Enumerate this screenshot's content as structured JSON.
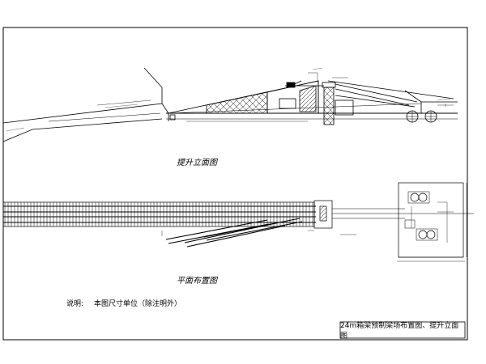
{
  "drawing": {
    "elevation_title": "提升立面图",
    "plan_title": "平面布置图",
    "note_label": "说明:",
    "note_text": "本图尺寸单位（除注明外）",
    "title_block_text": "24m箱梁预制梁场布置图、提升立面图"
  },
  "colors": {
    "line": "#000000",
    "paper": "#ffffff"
  }
}
